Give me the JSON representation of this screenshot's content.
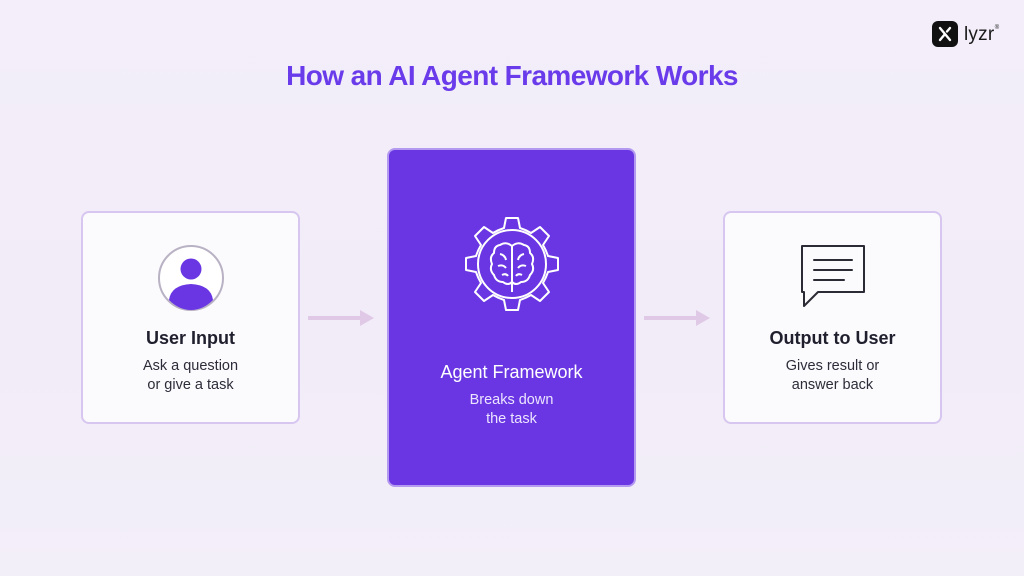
{
  "brand": {
    "name": "lyzr",
    "trademark": "®"
  },
  "title": "How an AI Agent Framework Works",
  "cards": [
    {
      "title": "User Input",
      "desc_lines": [
        "Ask a question",
        "or give a task"
      ],
      "icon": "user-avatar-icon"
    },
    {
      "title": "Agent Framework",
      "desc_lines": [
        "Breaks down",
        "the task"
      ],
      "icon": "gear-brain-icon"
    },
    {
      "title": "Output to User",
      "desc_lines": [
        "Gives result or",
        "answer back"
      ],
      "icon": "chat-message-icon"
    }
  ],
  "colors": {
    "accent": "#6a3bea",
    "center_card": "#6a36e3",
    "card_border": "#d7c6f0",
    "arrow": "#e0c9e6"
  }
}
